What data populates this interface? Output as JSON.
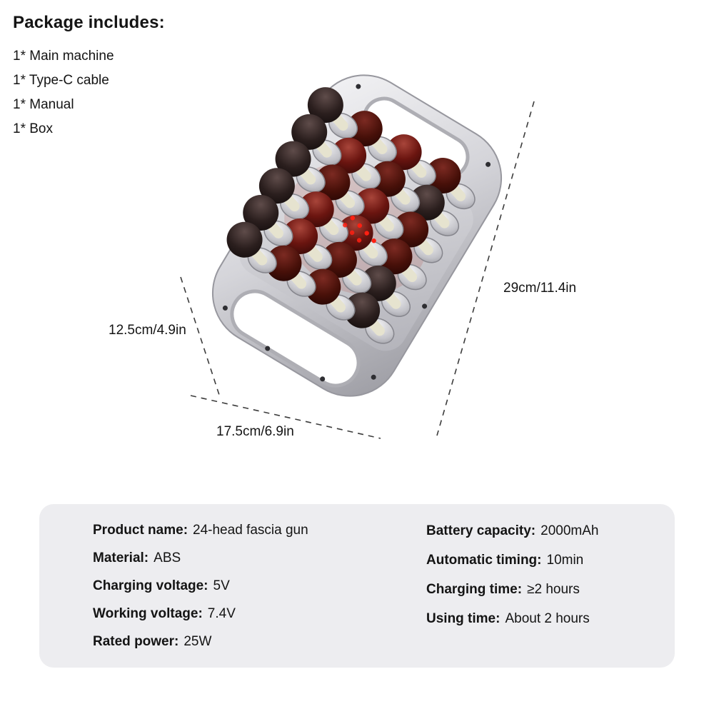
{
  "package": {
    "title": "Package includes:",
    "items": [
      "1* Main machine",
      "1* Type-C cable",
      "1* Manual",
      "1* Box"
    ]
  },
  "dimensions": {
    "length": "29cm/11.4in",
    "depth": "12.5cm/4.9in",
    "width": "17.5cm/6.9in"
  },
  "specs": {
    "left": [
      {
        "label": "Product name:",
        "value": "24-head fascia gun"
      },
      {
        "label": "Material:",
        "value": "ABS"
      },
      {
        "label": "Charging voltage:",
        "value": "5V"
      },
      {
        "label": "Working voltage:",
        "value": "7.4V"
      },
      {
        "label": "Rated power:",
        "value": "25W"
      }
    ],
    "right": [
      {
        "label": "Battery capacity:",
        "value": "2000mAh"
      },
      {
        "label": "Automatic timing:",
        "value": "10min"
      },
      {
        "label": "Charging time:",
        "value": "≥2 hours"
      },
      {
        "label": "Using time:",
        "value": "About 2 hours"
      }
    ]
  },
  "colors": {
    "panel_bg": "#ededf0",
    "text": "#141414",
    "device_silver": "#c9c9ce",
    "massage_head_red": "#5a120c",
    "massage_head_black": "#17100f",
    "led_red": "#ff2012"
  }
}
